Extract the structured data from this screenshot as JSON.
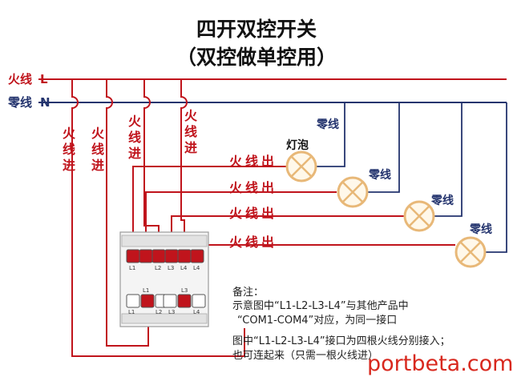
{
  "title": {
    "line1": "四开双控开关",
    "line2": "（双控做单控用）"
  },
  "bus": {
    "live_name": "火线",
    "live_letter": "L",
    "neutral_name": "零线",
    "neutral_letter": "N"
  },
  "wire_in_chars": [
    "火",
    "线",
    "进"
  ],
  "wire_out_label": "火线出",
  "lamp_label": "灯泡",
  "neutral_label": "零线",
  "switch": {
    "top_terminals": [
      "L1",
      "L2",
      "L3",
      "L4"
    ],
    "top_subs": [
      "1",
      "2",
      "3",
      "4"
    ],
    "bottom_marks": [
      "L1",
      "L3"
    ],
    "bottom_terminals": [
      "L1",
      "L2",
      "L3",
      "L4"
    ],
    "bottom_subs": [
      "1",
      "2",
      "3",
      "4"
    ]
  },
  "notes": {
    "heading": "备注：",
    "line1": "示意图中“L1-L2-L3-L4”与其他产品中",
    "line2": "“COM1-COM4”对应，为同一接口",
    "line3": "图中“L1-L2-L3-L4”接口为四根火线分别接入；",
    "line4": "也可连起来（只需一根火线进）"
  },
  "watermark": "portbeta.com",
  "colors": {
    "live": "#c0141c",
    "neutral": "#24346e",
    "lamp": "#e8b878",
    "lamp_fill": "#fff8ea",
    "terminal": "#c0141c"
  }
}
